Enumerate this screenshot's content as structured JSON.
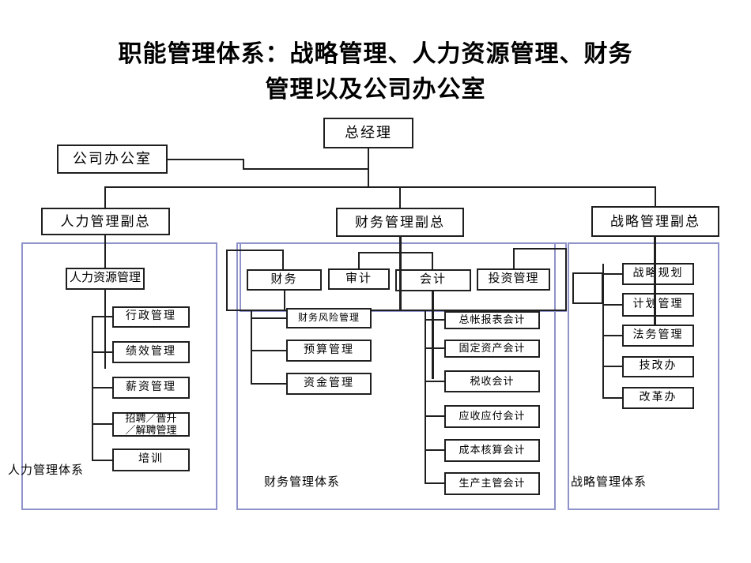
{
  "title": {
    "line1": "职能管理体系：战略管理、人力资源管理、财务",
    "line2": "管理以及公司办公室"
  },
  "colors": {
    "background": "#ffffff",
    "box_border": "#1f1f1f",
    "connector_line": "#1f1f1f",
    "container_border": "#8f93c9",
    "text": "#000000"
  },
  "top": {
    "general_manager": "总经理",
    "company_office": "公司办公室"
  },
  "hr": {
    "vp": "人力管理副总",
    "dept": "人力资源管理",
    "children": [
      "行政管理",
      "绩效管理",
      "薪资管理",
      "招聘／晋升／解聘管理",
      "培训"
    ],
    "system_label": "人力管理体系"
  },
  "finance": {
    "vp": "财务管理副总",
    "departments": [
      "财务",
      "审计",
      "会计",
      "投资管理"
    ],
    "finance_children": [
      "财务风险管理",
      "预算管理",
      "资金管理"
    ],
    "accounting_children": [
      "总帐报表会计",
      "固定资产会计",
      "税收会计",
      "应收应付会计",
      "成本核算会计",
      "生产主管会计"
    ],
    "system_label": "财务管理体系"
  },
  "strategy": {
    "vp": "战略管理副总",
    "children": [
      "战略规划",
      "计划管理",
      "法务管理",
      "技改办",
      "改革办"
    ],
    "system_label": "战略管理体系"
  }
}
